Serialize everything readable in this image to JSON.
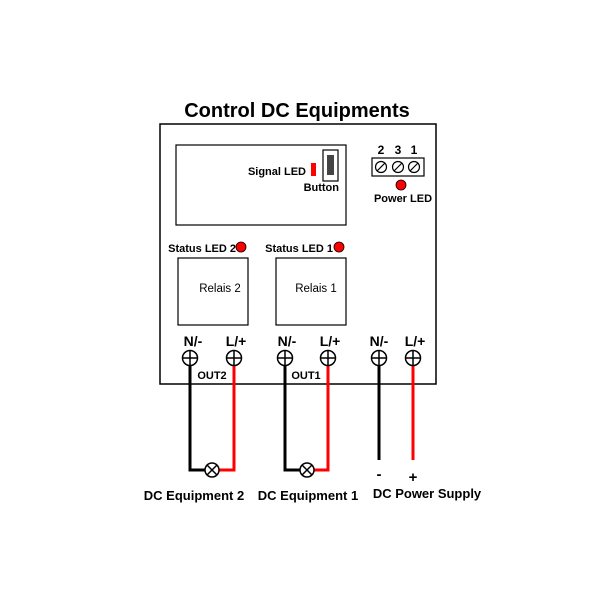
{
  "title": "Control DC Equipments",
  "module": {
    "signal_led": "Signal LED",
    "button": "Button",
    "power_led": "Power LED",
    "pins": [
      "2",
      "3",
      "1"
    ],
    "status_led_2": "Status LED 2",
    "status_led_1": "Status LED 1",
    "relay_2": "Relais 2",
    "relay_1": "Relais 1"
  },
  "terminals": {
    "out2_neg": "N/-",
    "out2_pos": "L/+",
    "out1_neg": "N/-",
    "out1_pos": "L/+",
    "power_neg": "N/-",
    "power_pos": "L/+",
    "out2_label": "OUT2",
    "out1_label": "OUT1"
  },
  "supply_signs": {
    "neg": "-",
    "pos": "+"
  },
  "captions": {
    "equipment_2": "DC Equipment 2",
    "equipment_1": "DC Equipment 1",
    "power_supply": "DC Power Supply"
  },
  "colors": {
    "positive_wire": "#ff0000",
    "negative_wire": "#000000",
    "led": "#ff0000"
  }
}
